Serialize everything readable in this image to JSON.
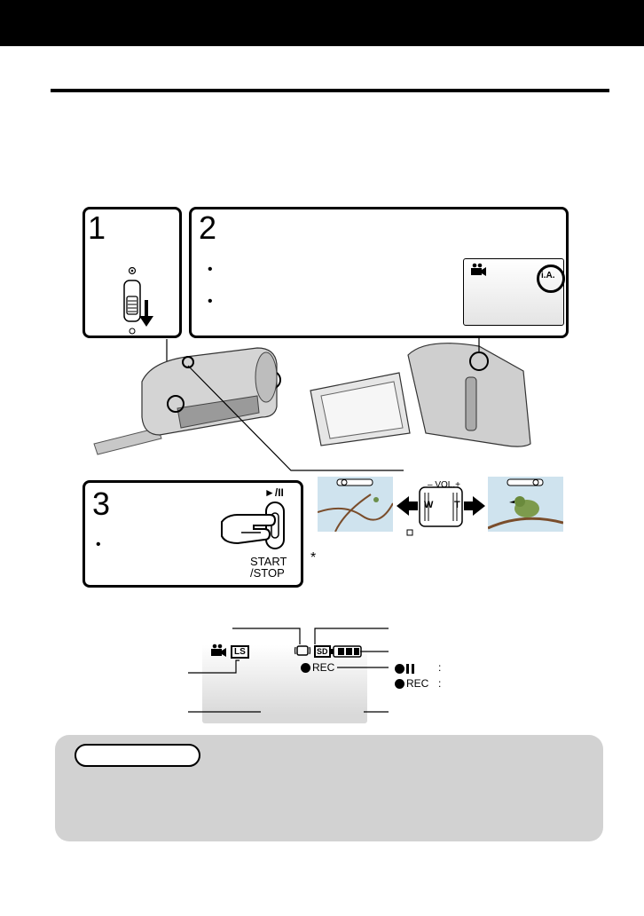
{
  "steps": [
    {
      "number": "1"
    },
    {
      "number": "2"
    },
    {
      "number": "3"
    }
  ],
  "step3": {
    "button_label_top": "►/II",
    "button_label_bottom": "START\n/STOP"
  },
  "zoom": {
    "lever_label": "– VOL.+",
    "wide_label": "W",
    "tele_label": "T",
    "footnote_marker": "*"
  },
  "lcd_icons": {
    "ia_label": "i.A.",
    "ls_label": "LS",
    "sd_label": "SD",
    "rec_label": "REC",
    "legend_pause_colon": ":",
    "legend_rec_label": "REC",
    "legend_rec_colon": ":"
  },
  "colors": {
    "top_bar": "#000000",
    "note_panel": "#d2d2d2",
    "lcd_background": "#ececec"
  }
}
